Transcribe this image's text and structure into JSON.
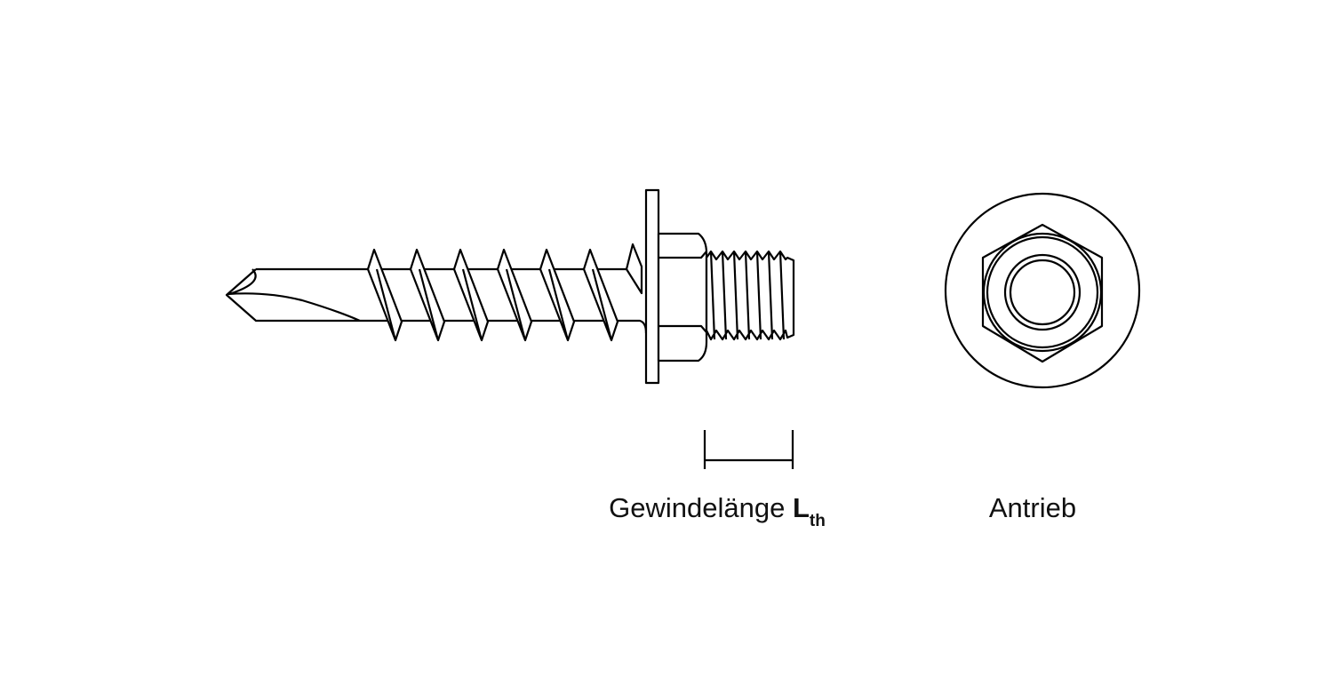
{
  "labels": {
    "thread_length": "Gewindelänge",
    "thread_length_symbol": "L",
    "thread_length_subscript": "th",
    "drive": "Antrieb"
  },
  "colors": {
    "line": "#000000",
    "background": "#ffffff"
  }
}
